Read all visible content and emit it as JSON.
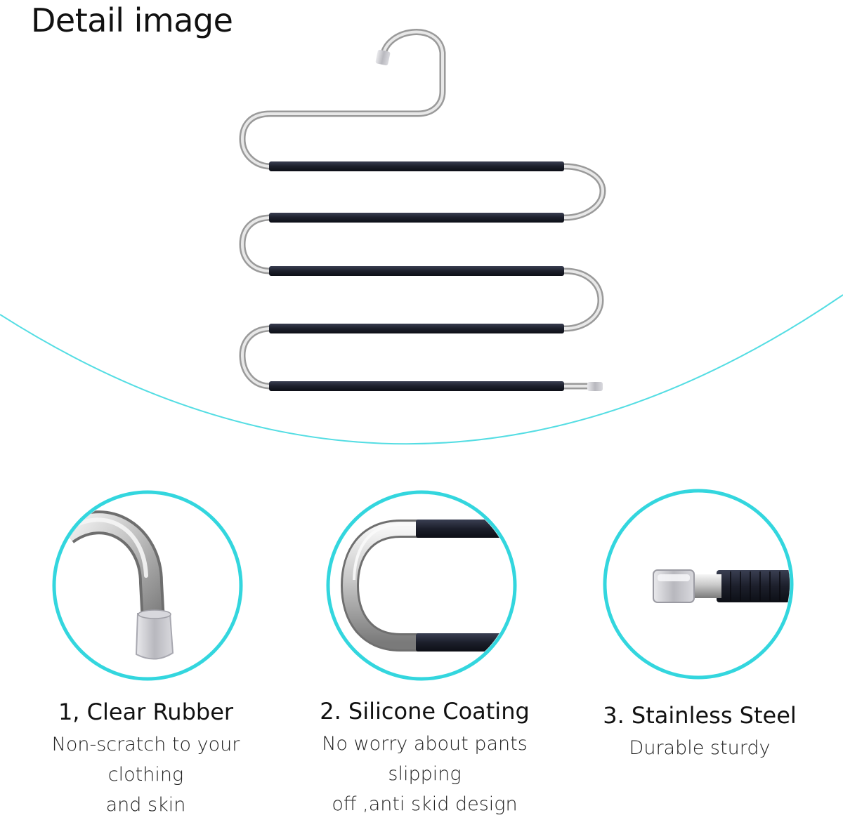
{
  "header": {
    "title": "Detail image"
  },
  "features": [
    {
      "title": "1, Clear Rubber",
      "description": [
        "Non-scratch to your clothing",
        "and skin"
      ]
    },
    {
      "title": "2. Silicone Coating",
      "description": [
        "No worry about pants slipping",
        "off ,anti skid design"
      ]
    },
    {
      "title": "3. Stainless Steel",
      "description": [
        "Durable sturdy"
      ]
    }
  ],
  "colors": {
    "accent_cyan": "#33d6de",
    "coating_black": "#1c1f2b",
    "steel_light": "#e6e6e6",
    "steel_dark": "#8c8c8c"
  },
  "icons": {
    "hanger": "s-shaped-pants-hanger",
    "detail_1": "clear-rubber-tip-closeup",
    "detail_2": "silicone-coated-bend-closeup",
    "detail_3": "steel-end-cap-closeup"
  }
}
